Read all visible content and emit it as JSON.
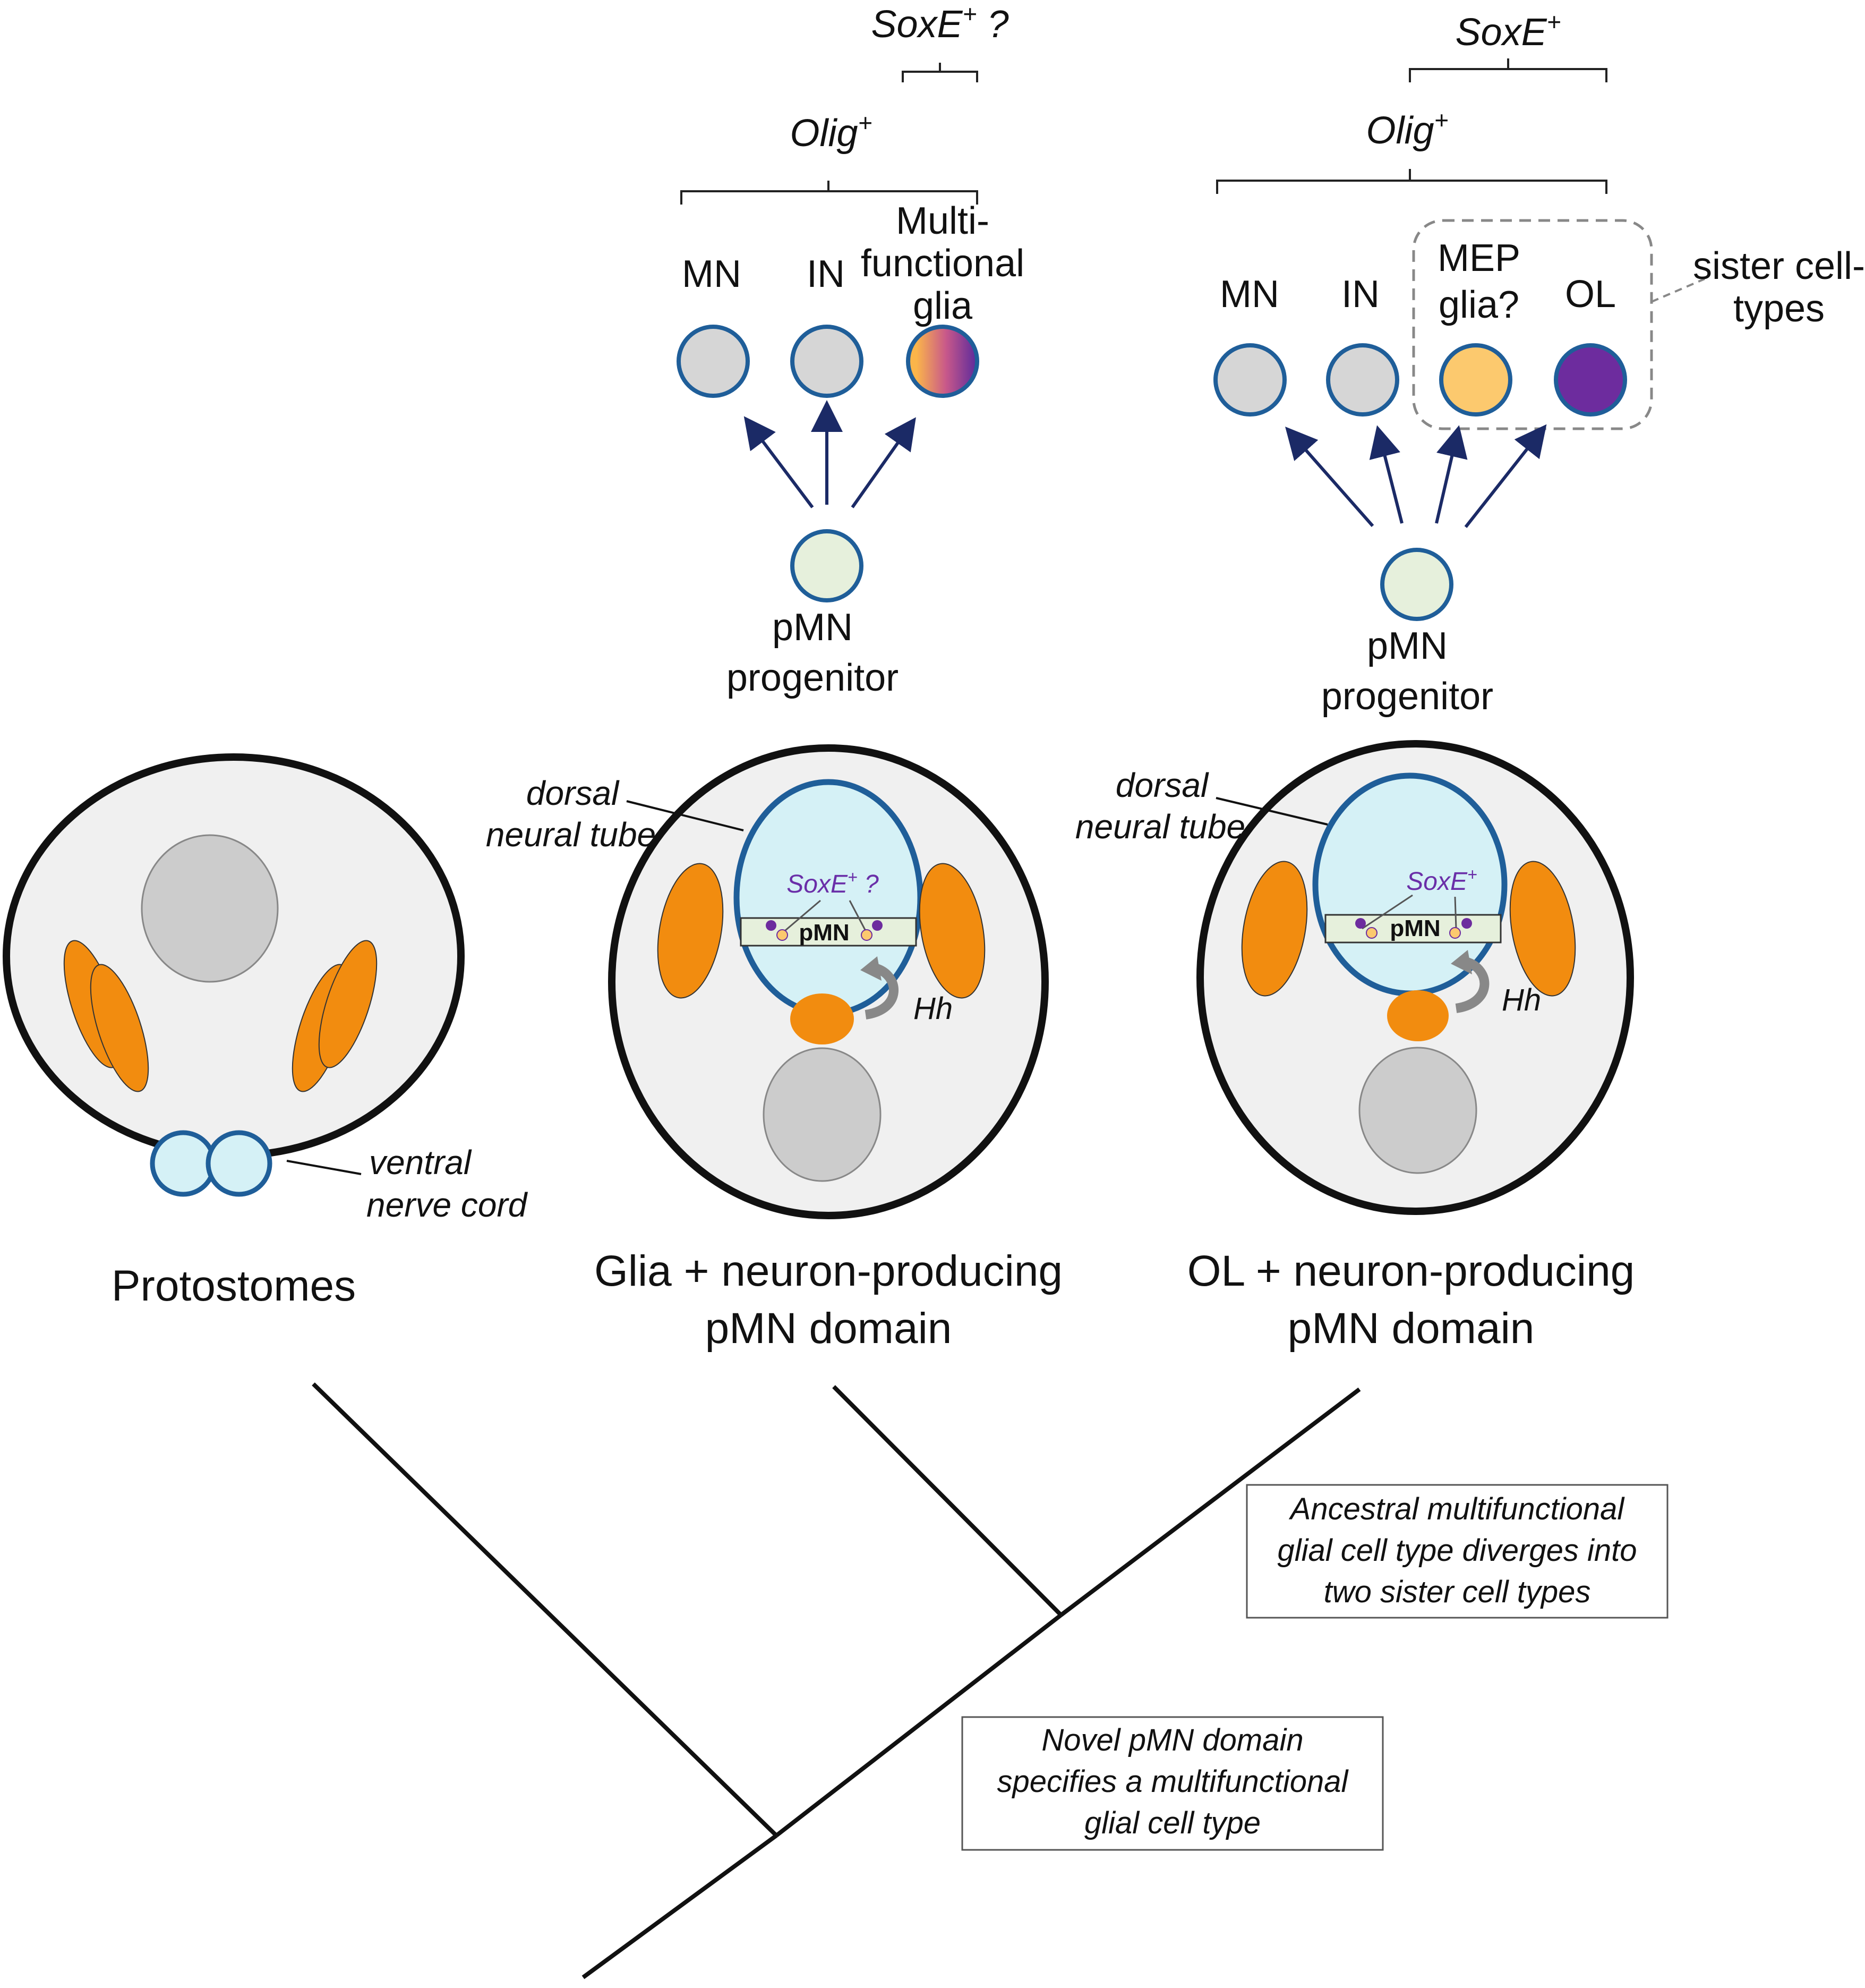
{
  "colors": {
    "cell_gray": "#d6d6d6",
    "cell_border": "#1f5e99",
    "progenitor_fill": "#e6f0dc",
    "neural_tube_fill": "#d5f1f6",
    "body_fill": "#f0f0f0",
    "muscle_orange": "#f28c0f",
    "mep_yellow": "#fcc96e",
    "ol_purple": "#6d2c9e",
    "soxe_purple": "#6a2fa8",
    "arrow_navy": "#1b2a66"
  },
  "middle_panel": {
    "soxe_bracket_label": "SoxE",
    "soxe_sup": "+",
    "soxe_suffix": " ?",
    "olig_label": "Olig",
    "olig_sup": "+",
    "cells": [
      {
        "label": "MN",
        "icon": "neuron-cell"
      },
      {
        "label": "IN",
        "icon": "neuron-cell"
      },
      {
        "label_lines": [
          "Multi-",
          "functional",
          "glia"
        ],
        "icon": "gradient-glia-cell"
      }
    ],
    "progenitor_lines": [
      "pMN",
      "progenitor"
    ],
    "section": {
      "dorsal_label_lines": [
        "dorsal",
        "neural tube"
      ],
      "soxe_inner": "SoxE",
      "soxe_inner_sup": "+",
      "soxe_inner_suffix": " ?",
      "pmn_label": "pMN",
      "hh_label": "Hh"
    },
    "caption_lines": [
      "Glia + neuron-producing",
      "pMN domain"
    ]
  },
  "right_panel": {
    "soxe_bracket_label": "SoxE",
    "soxe_sup": "+",
    "olig_label": "Olig",
    "olig_sup": "+",
    "cells": [
      {
        "label": "MN",
        "icon": "neuron-cell"
      },
      {
        "label": "IN",
        "icon": "neuron-cell"
      },
      {
        "label_lines": [
          "MEP",
          "glia?"
        ],
        "icon": "mep-glia-cell"
      },
      {
        "label": "OL",
        "icon": "oligodendrocyte-cell"
      }
    ],
    "sister_label_lines": [
      "sister cell-",
      "types"
    ],
    "progenitor_lines": [
      "pMN",
      "progenitor"
    ],
    "section": {
      "dorsal_label_lines": [
        "dorsal",
        "neural tube"
      ],
      "soxe_inner": "SoxE",
      "soxe_inner_sup": "+",
      "pmn_label": "pMN",
      "hh_label": "Hh"
    },
    "caption_lines": [
      "OL + neuron-producing",
      "pMN domain"
    ]
  },
  "left_panel": {
    "ventral_label_lines": [
      "ventral",
      "nerve cord"
    ],
    "caption": "Protostomes"
  },
  "tree": {
    "note_upper_lines": [
      "Ancestral multifunctional",
      "glial cell type diverges into",
      "two sister cell types"
    ],
    "note_lower_lines": [
      "Novel pMN domain",
      "specifies a multifunctional",
      "glial cell type"
    ]
  }
}
